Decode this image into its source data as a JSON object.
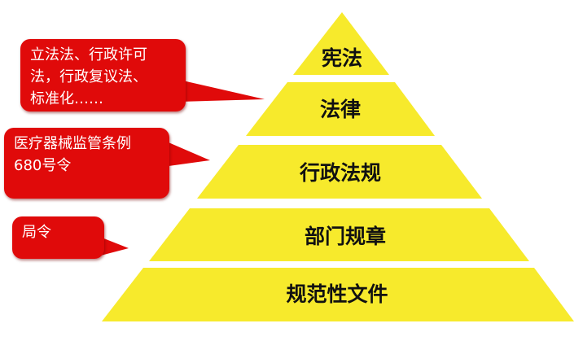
{
  "pyramid": {
    "levels": [
      "宪法",
      "法律",
      "行政法规",
      "部门规章",
      "规范性文件"
    ],
    "fill_color": "#f7ea2c"
  },
  "callouts": [
    {
      "text": "立法法、行政许可\n法，行政复议法、\n标准化……"
    },
    {
      "text": "医疗器械监管条例\n680号令"
    },
    {
      "text": "局令"
    }
  ],
  "callout_color": "#e00a0a"
}
